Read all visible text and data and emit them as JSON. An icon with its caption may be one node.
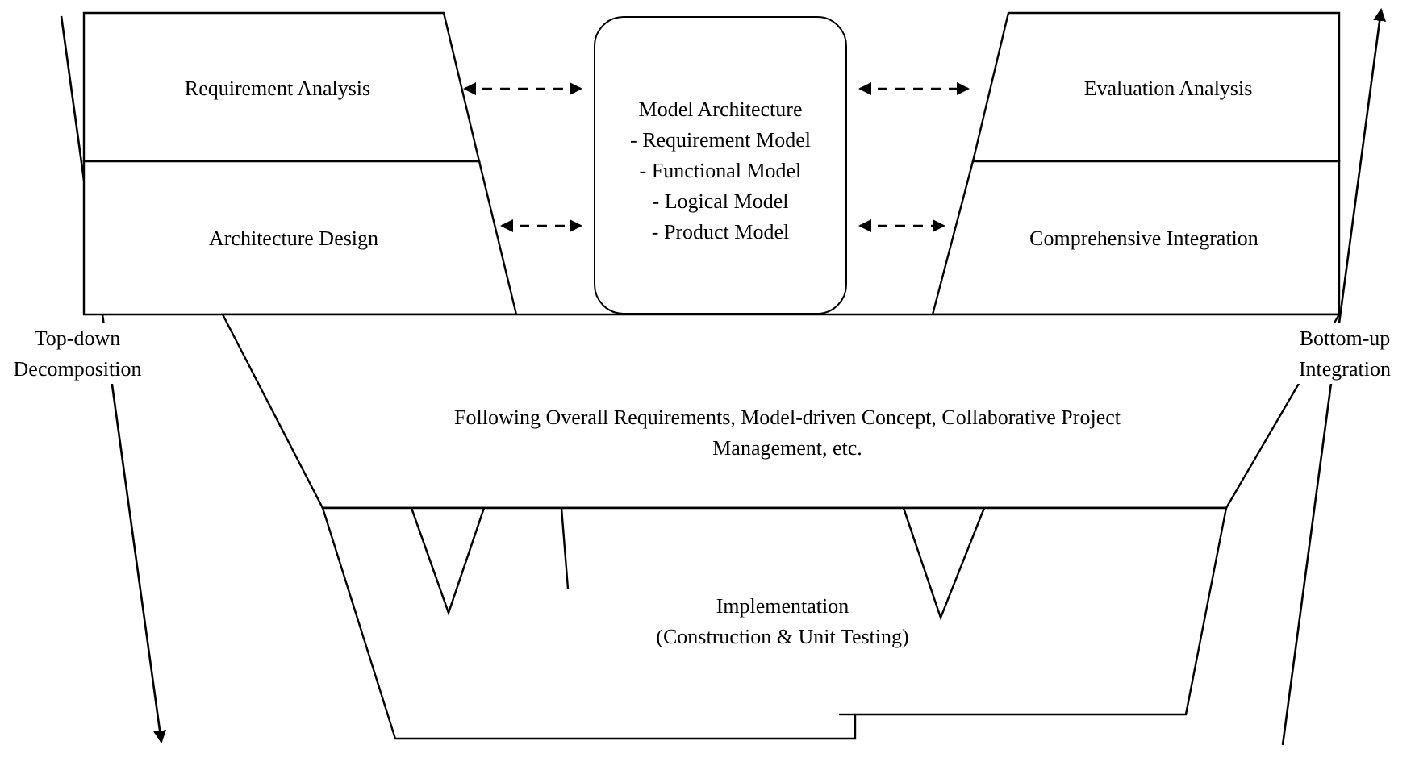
{
  "diagram": {
    "nodes": [
      {
        "text": [
          "Requirement Analysis"
        ]
      },
      {
        "text": [
          "Architecture Design"
        ]
      },
      {
        "text": [
          "Model Architecture",
          "- Requirement Model",
          "- Functional Model",
          "- Logical Model",
          "- Product Model"
        ]
      },
      {
        "text": [
          "Evaluation Analysis"
        ]
      },
      {
        "text": [
          "Comprehensive Integration"
        ]
      },
      {
        "text": [
          "Following Overall Requirements, Model-driven Concept, Collaborative Project Management, etc."
        ]
      },
      {
        "text": [
          "Implementation",
          "(Construction & Unit Testing)"
        ]
      }
    ],
    "edges": [
      {
        "from": 0,
        "to": 2,
        "arrow": "both",
        "style": "dashed"
      },
      {
        "from": 1,
        "to": 2,
        "arrow": "both",
        "style": "dashed"
      },
      {
        "from": 2,
        "to": 3,
        "arrow": "both",
        "style": "dashed"
      },
      {
        "from": 2,
        "to": 4,
        "arrow": "both",
        "style": "dashed"
      }
    ],
    "labels": [
      "Top-down Decomposition",
      "Bottom-up Integration"
    ]
  }
}
